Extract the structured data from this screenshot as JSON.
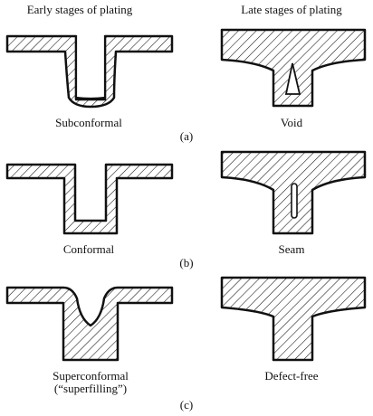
{
  "headers": {
    "early": "Early stages of plating",
    "late": "Late stages of plating"
  },
  "rows": [
    {
      "id": "a",
      "panel_label": "(a)",
      "early_label": "Subconformal",
      "late_label": "Void"
    },
    {
      "id": "b",
      "panel_label": "(b)",
      "early_label": "Conformal",
      "late_label": "Seam"
    },
    {
      "id": "c",
      "panel_label": "(c)",
      "early_label_line1": "Superconformal",
      "early_label_line2": "(“superfilling”)",
      "late_label": "Defect-free"
    }
  ],
  "colors": {
    "line": "#111111",
    "background": "#ffffff"
  }
}
